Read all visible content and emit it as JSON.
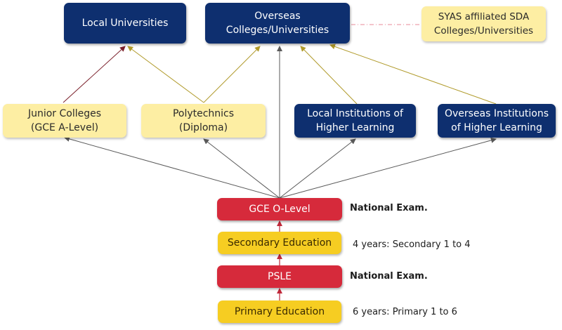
{
  "nodes": {
    "local_universities": "Local Universities",
    "overseas_universities": "Overseas\nColleges/Universities",
    "syas": "SYAS affiliated SDA\nColleges/Universities",
    "junior_colleges": "Junior Colleges\n(GCE A-Level)",
    "polytechnics": "Polytechnics\n(Diploma)",
    "local_institutions": "Local Institutions of\nHigher Learning",
    "overseas_institutions": "Overseas Institutions\nof Higher Learning",
    "gce_olevel": "GCE O-Level",
    "secondary": "Secondary Education",
    "psle": "PSLE",
    "primary": "Primary Education"
  },
  "side_labels": {
    "olevel_exam": "National Exam.",
    "secondary_years": "4 years: Secondary 1 to 4",
    "psle_exam": "National Exam.",
    "primary_years": "6 years: Primary 1 to 6"
  },
  "colors": {
    "navy": "#0e2f6f",
    "cream": "#fdeea3",
    "red": "#d62a3b",
    "yellow": "#f6cd22",
    "arrow_gray": "#5a5a5a",
    "arrow_olive": "#b09a2a",
    "arrow_maroon": "#7a1f2a",
    "dash_pink": "#e88a9a"
  }
}
